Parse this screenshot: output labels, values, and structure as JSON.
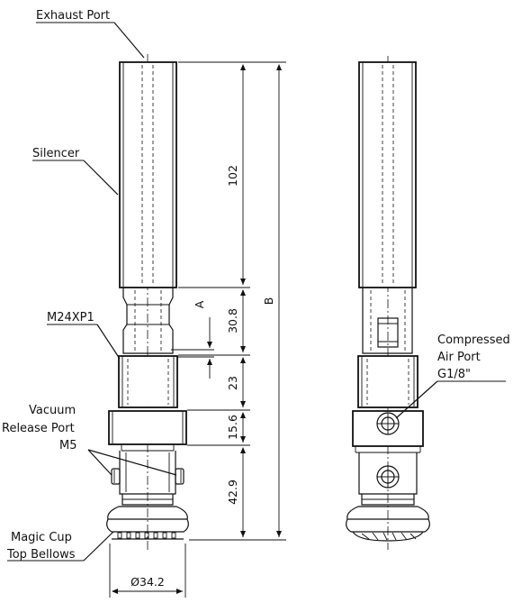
{
  "labels": {
    "exhaust_port": "Exhaust Port",
    "silencer": "Silencer",
    "thread": "M24XP1",
    "vacuum_release_line1": "Vacuum",
    "vacuum_release_line2": "Release Port",
    "vacuum_release_line3": "M5",
    "magic_cup_line1": "Magic Cup",
    "magic_cup_line2": "Top Bellows",
    "compressed_air_line1": "Compressed",
    "compressed_air_line2": "Air Port",
    "compressed_air_line3": "G1/8\""
  },
  "dimensions": {
    "silencer_length": "102",
    "a": "A",
    "b": "B",
    "d30": "30.8",
    "d23": "23",
    "d15": "15.6",
    "d42": "42.9",
    "diameter": "Ø34.2"
  }
}
